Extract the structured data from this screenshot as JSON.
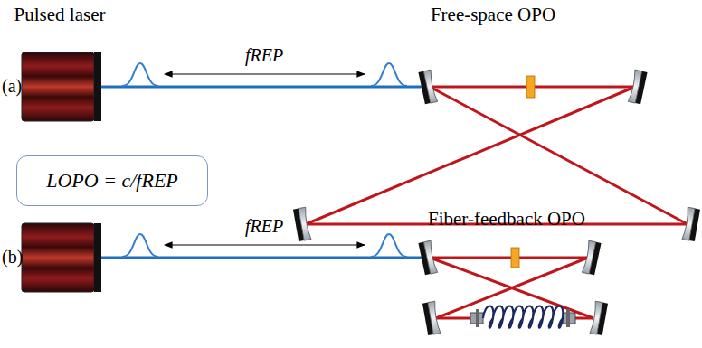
{
  "diagram": {
    "nodes": [
      {
        "text": [
          "LOPO = c/fREP"
        ]
      }
    ],
    "labels": [
      "Pulsed laser",
      "(a)",
      "Free-space OPO",
      "fREP",
      "(b)",
      "fREP",
      "Fiber-feedback OPO"
    ]
  }
}
